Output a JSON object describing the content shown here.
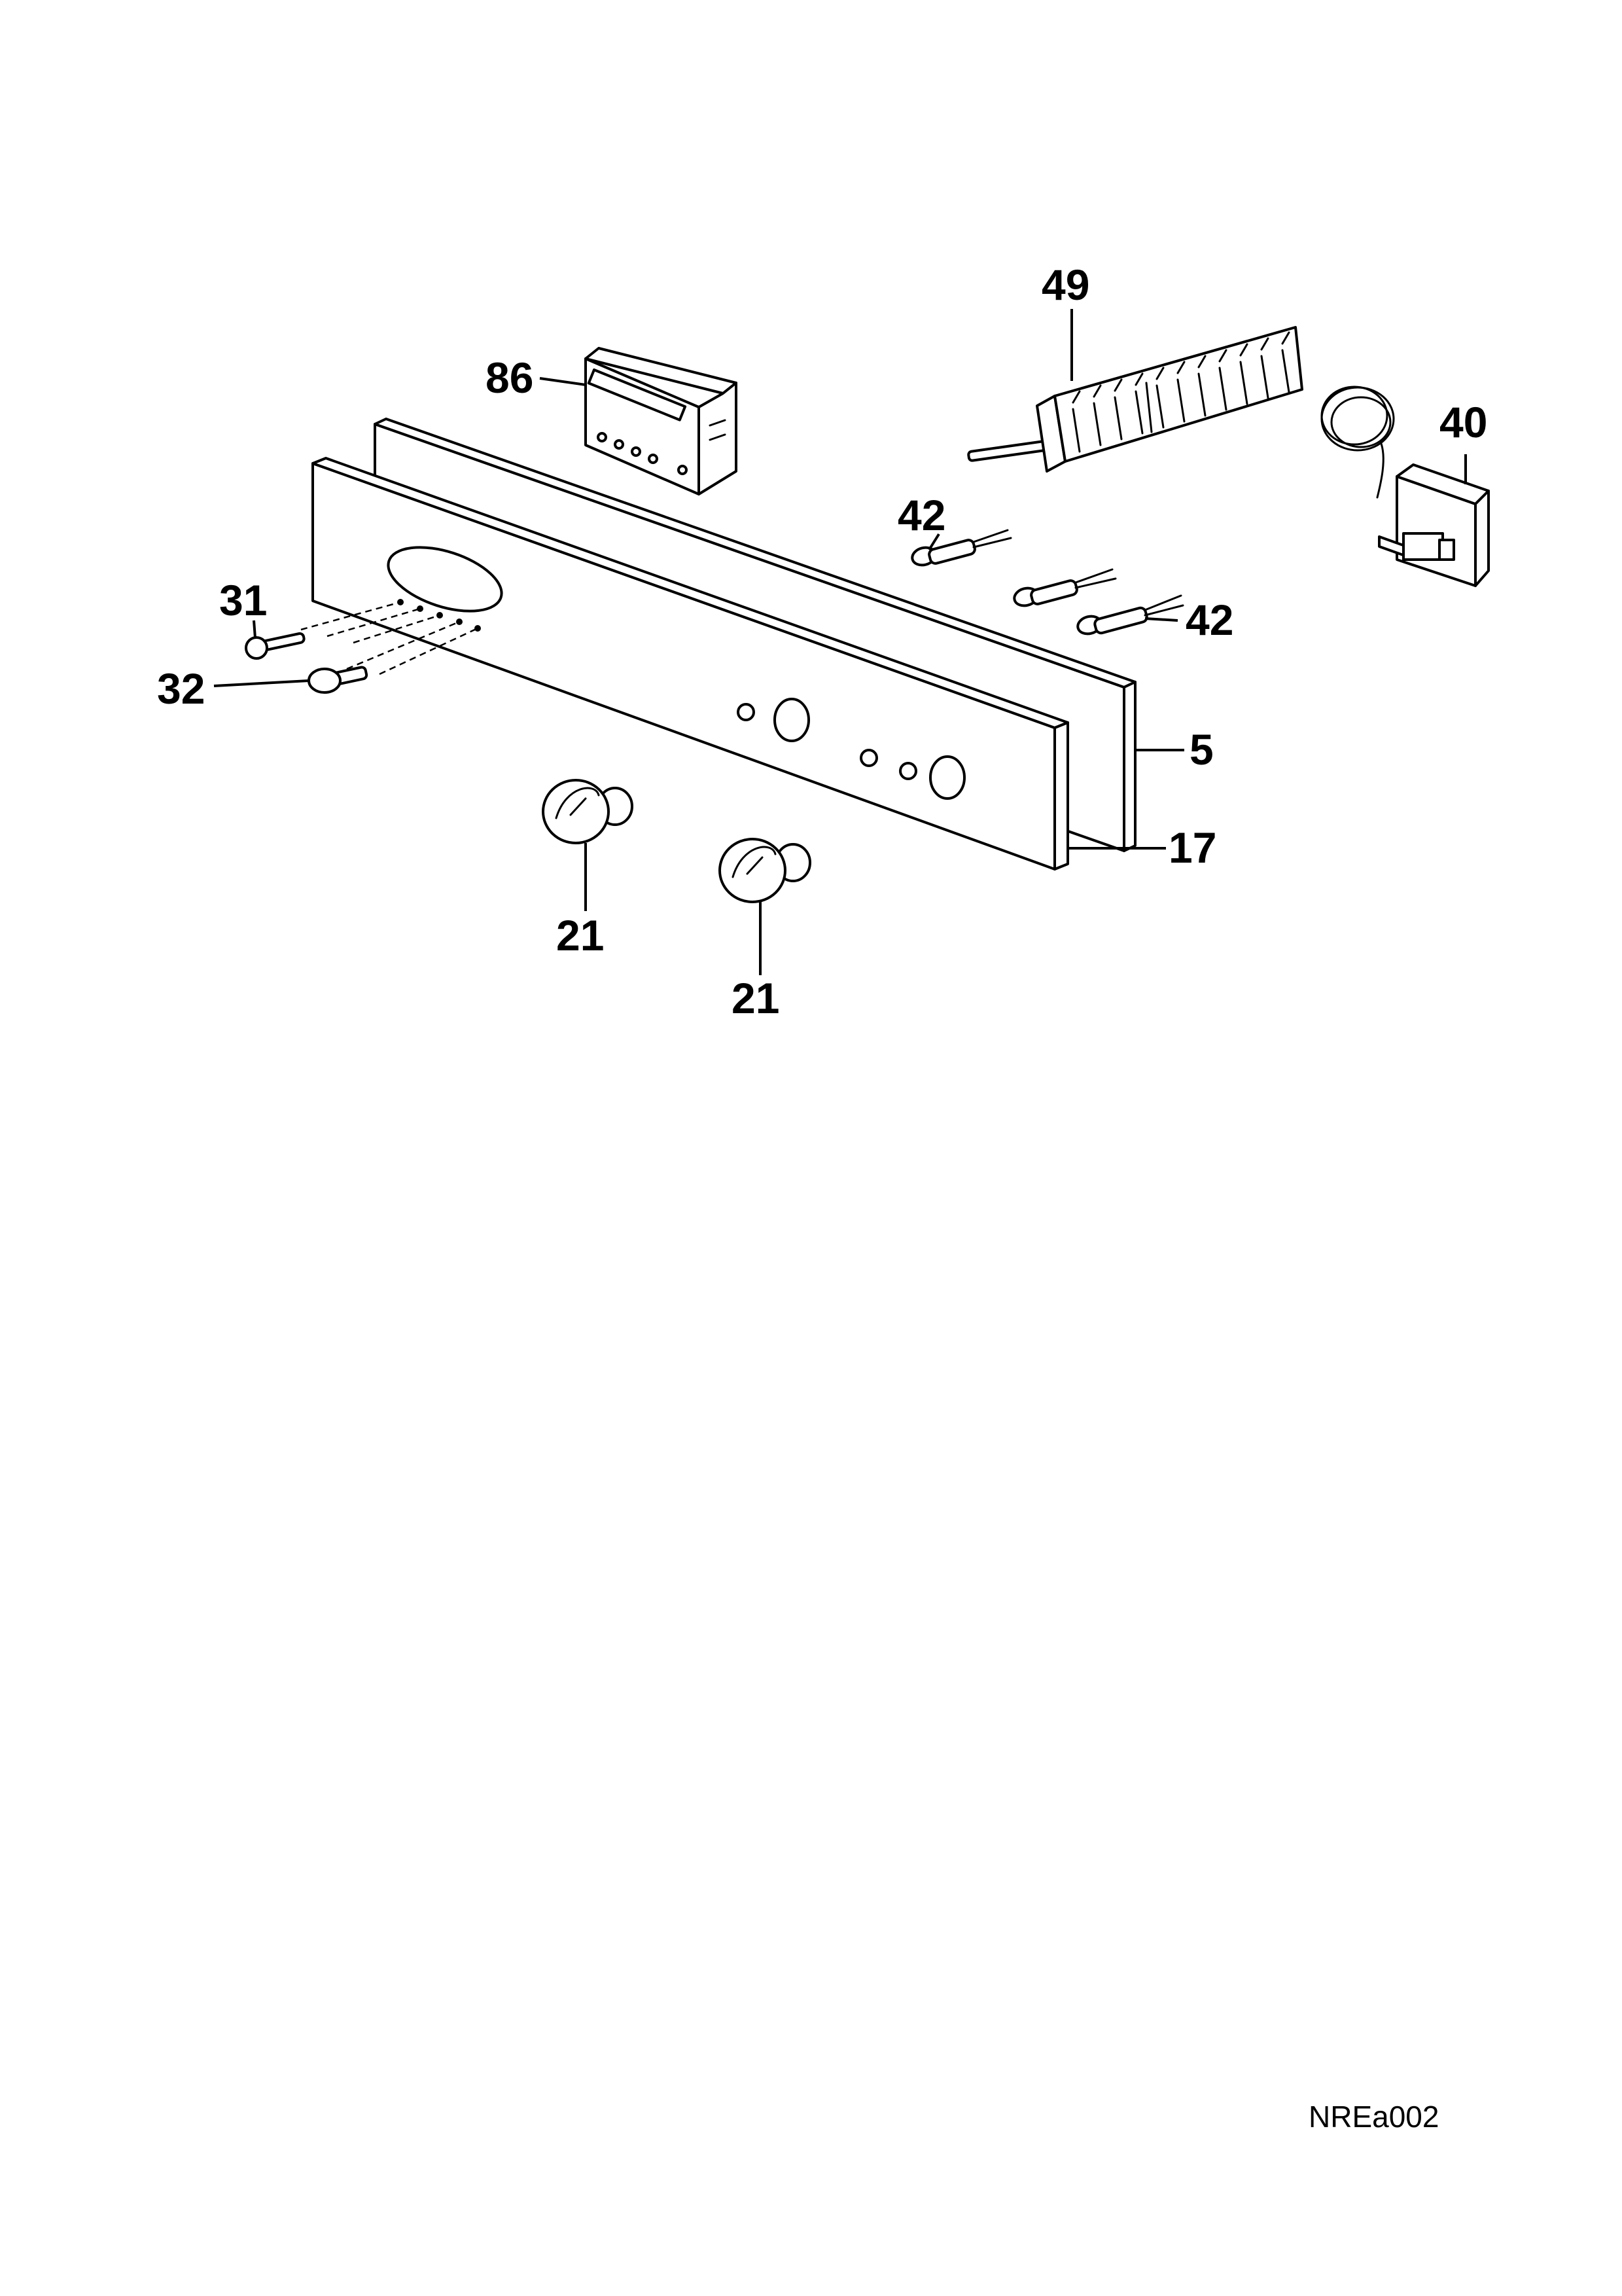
{
  "callouts": {
    "c49": "49",
    "c86": "86",
    "c40": "40",
    "c42a": "42",
    "c42b": "42",
    "c31": "31",
    "c32": "32",
    "c5": "5",
    "c17": "17",
    "c21a": "21",
    "c21b": "21"
  },
  "drawing_code": "NREa002"
}
